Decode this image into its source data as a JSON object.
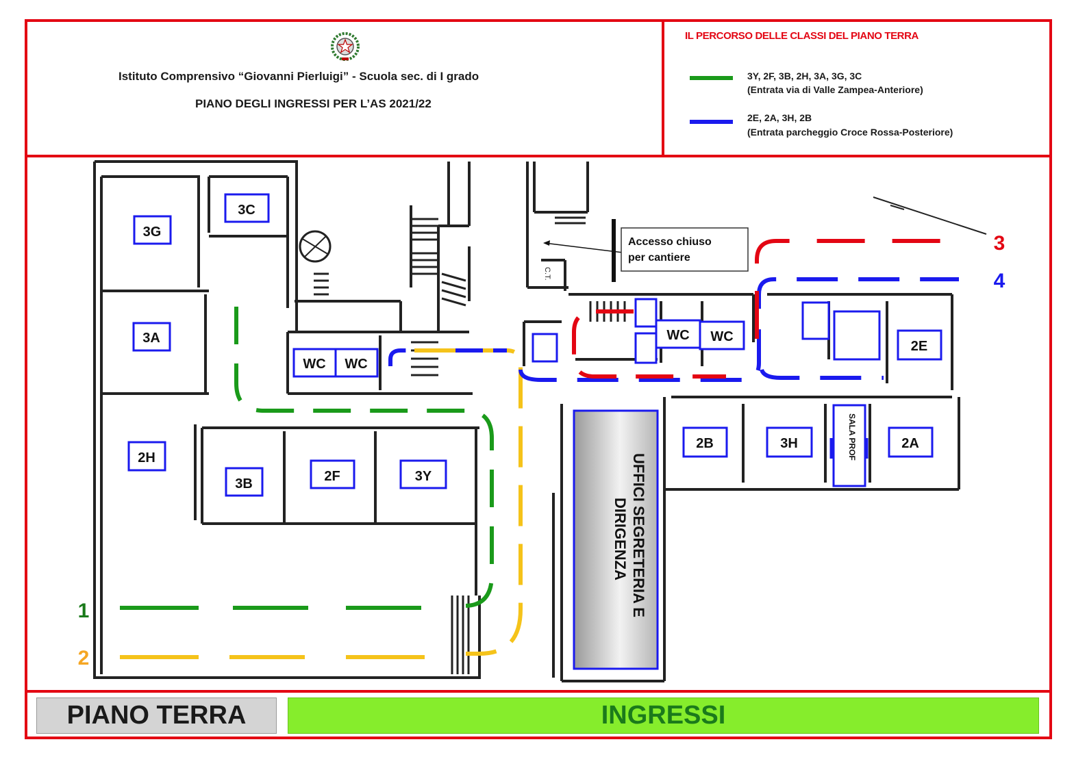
{
  "header": {
    "school_name": "Istituto Comprensivo “Giovanni Pierluigi” - Scuola sec. di I grado",
    "plan_title": "PIANO DEGLI INGRESSI PER L’AS 2021/22"
  },
  "legend": {
    "title": "IL PERCORSO DELLE CLASSI DEL PIANO TERRA",
    "green": {
      "color": "#1a9a1a",
      "classes": "3Y, 2F, 3B, 2H, 3A, 3G, 3C",
      "entrance": "(Entrata via di Valle Zampea-Anteriore)"
    },
    "blue": {
      "color": "#1a1aee",
      "classes": "2E,  2A, 3H, 2B",
      "entrance": "(Entrata parcheggio Croce Rossa-Posteriore)"
    }
  },
  "map": {
    "rooms": [
      "3G",
      "3C",
      "3A",
      "2H",
      "3B",
      "2F",
      "3Y",
      "2B",
      "3H",
      "2A",
      "2E"
    ],
    "wc_label": "WC",
    "sala_prof": "SALA PROF",
    "offices": [
      "UFFICI SEGRETERIA E",
      "DIRIGENZA"
    ],
    "ct_label": "C.T.",
    "closed_access": [
      "Accesso chiuso",
      "per cantiere"
    ],
    "routes": [
      {
        "number": "1",
        "color": "#1a9a1a"
      },
      {
        "number": "2",
        "color": "#f5a623"
      },
      {
        "number": "3",
        "color": "#e30613"
      },
      {
        "number": "4",
        "color": "#1a1aee"
      }
    ]
  },
  "footer": {
    "floor": "PIANO TERRA",
    "entrances": "INGRESSI"
  }
}
